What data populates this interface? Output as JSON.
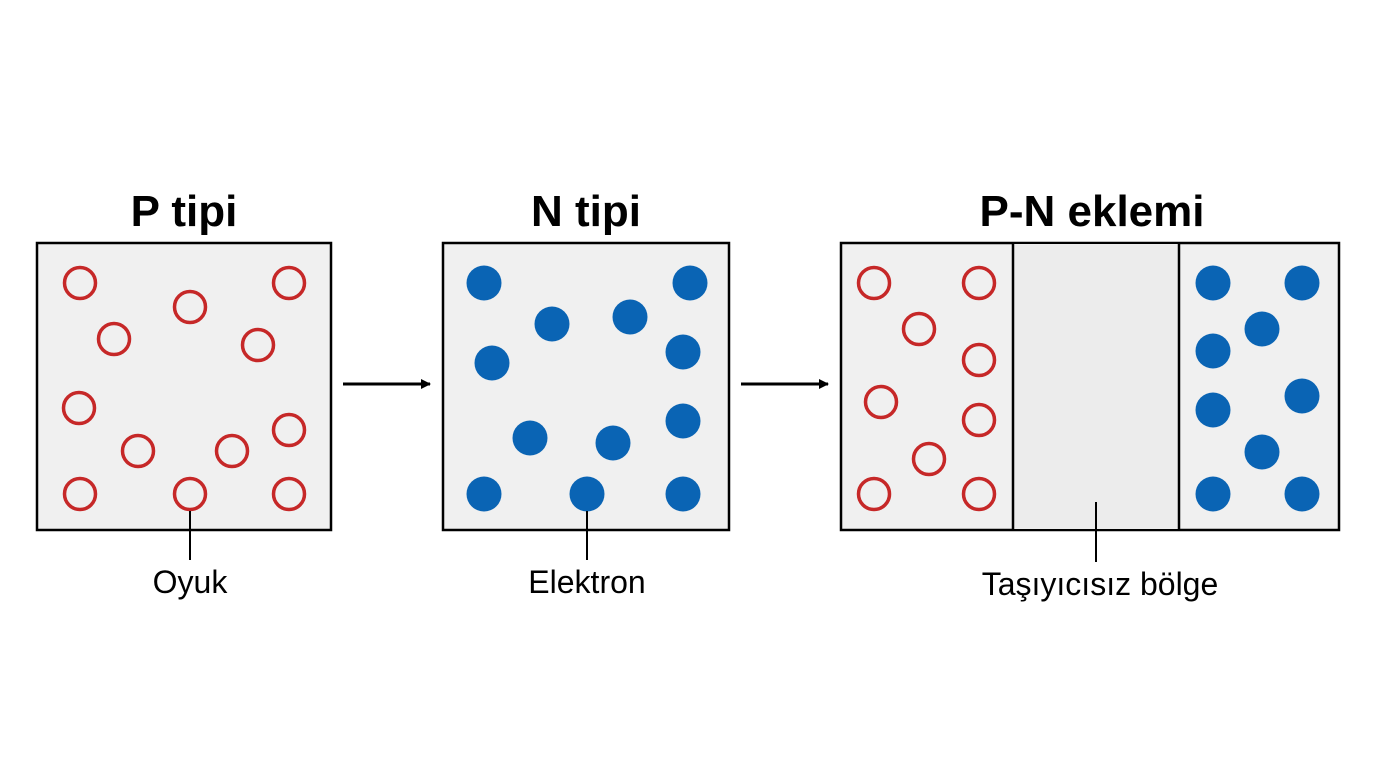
{
  "panels": {
    "p_type": {
      "title": "P tipi",
      "callout": "Oyuk"
    },
    "n_type": {
      "title": "N tipi",
      "callout": "Elektron"
    },
    "junction": {
      "title": "P-N eklemi",
      "callout": "Taşıyıcısız bölge"
    }
  },
  "legend": {
    "hole": {
      "symbol": "hollow-circle",
      "color": "#c62828"
    },
    "electron": {
      "symbol": "filled-circle",
      "color": "#0a64b4"
    }
  },
  "colors": {
    "panel_fill": "#f0f0f0",
    "depletion_fill": "#ececec",
    "border": "#000000",
    "arrow": "#000000"
  }
}
